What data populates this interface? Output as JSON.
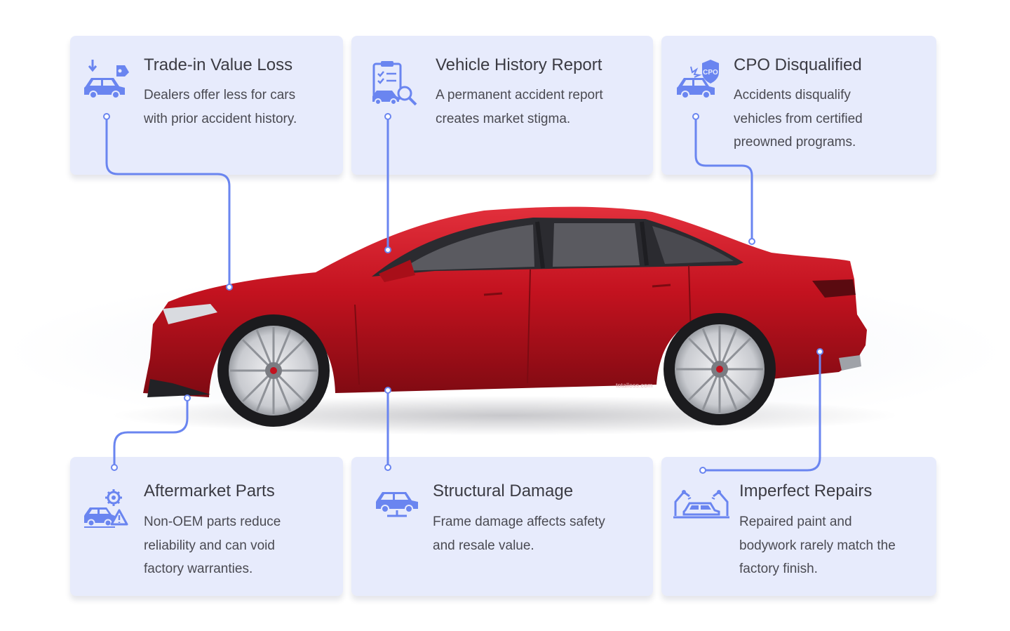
{
  "cards": [
    {
      "title": "Trade-in Value Loss",
      "desc_lines": [
        "Dealers offer less for cars",
        "with prior accident history."
      ],
      "icon": "trade-in-car-tag-icon"
    },
    {
      "title": "Vehicle History Report",
      "desc_lines": [
        "A permanent accident report",
        "creates market stigma."
      ],
      "icon": "history-report-clipboard-icon"
    },
    {
      "title": "CPO Disqualified",
      "desc_lines": [
        "Accidents disqualify",
        "vehicles from certified",
        "preowned programs."
      ],
      "icon": "cpo-shield-car-icon"
    },
    {
      "title": "Aftermarket Parts",
      "desc_lines": [
        "Non-OEM parts reduce",
        "reliability and can void",
        "factory warranties."
      ],
      "icon": "aftermarket-parts-gear-warning-icon"
    },
    {
      "title": "Structural Damage",
      "desc_lines": [
        "Frame damage affects safety",
        "and resale value."
      ],
      "icon": "structural-damage-lift-icon"
    },
    {
      "title": "Imperfect Repairs",
      "desc_lines": [
        "Repaired paint and",
        "bodywork rarely match the",
        "factory finish."
      ],
      "icon": "repair-shop-robot-arms-icon"
    }
  ],
  "watermark": "totalloss.com",
  "colors": {
    "card_bg": "#e7ebfc",
    "accent": "#6a85f0",
    "car_body": "#c3121f",
    "title_text": "#3b3b43",
    "desc_text": "#4a4a52"
  }
}
